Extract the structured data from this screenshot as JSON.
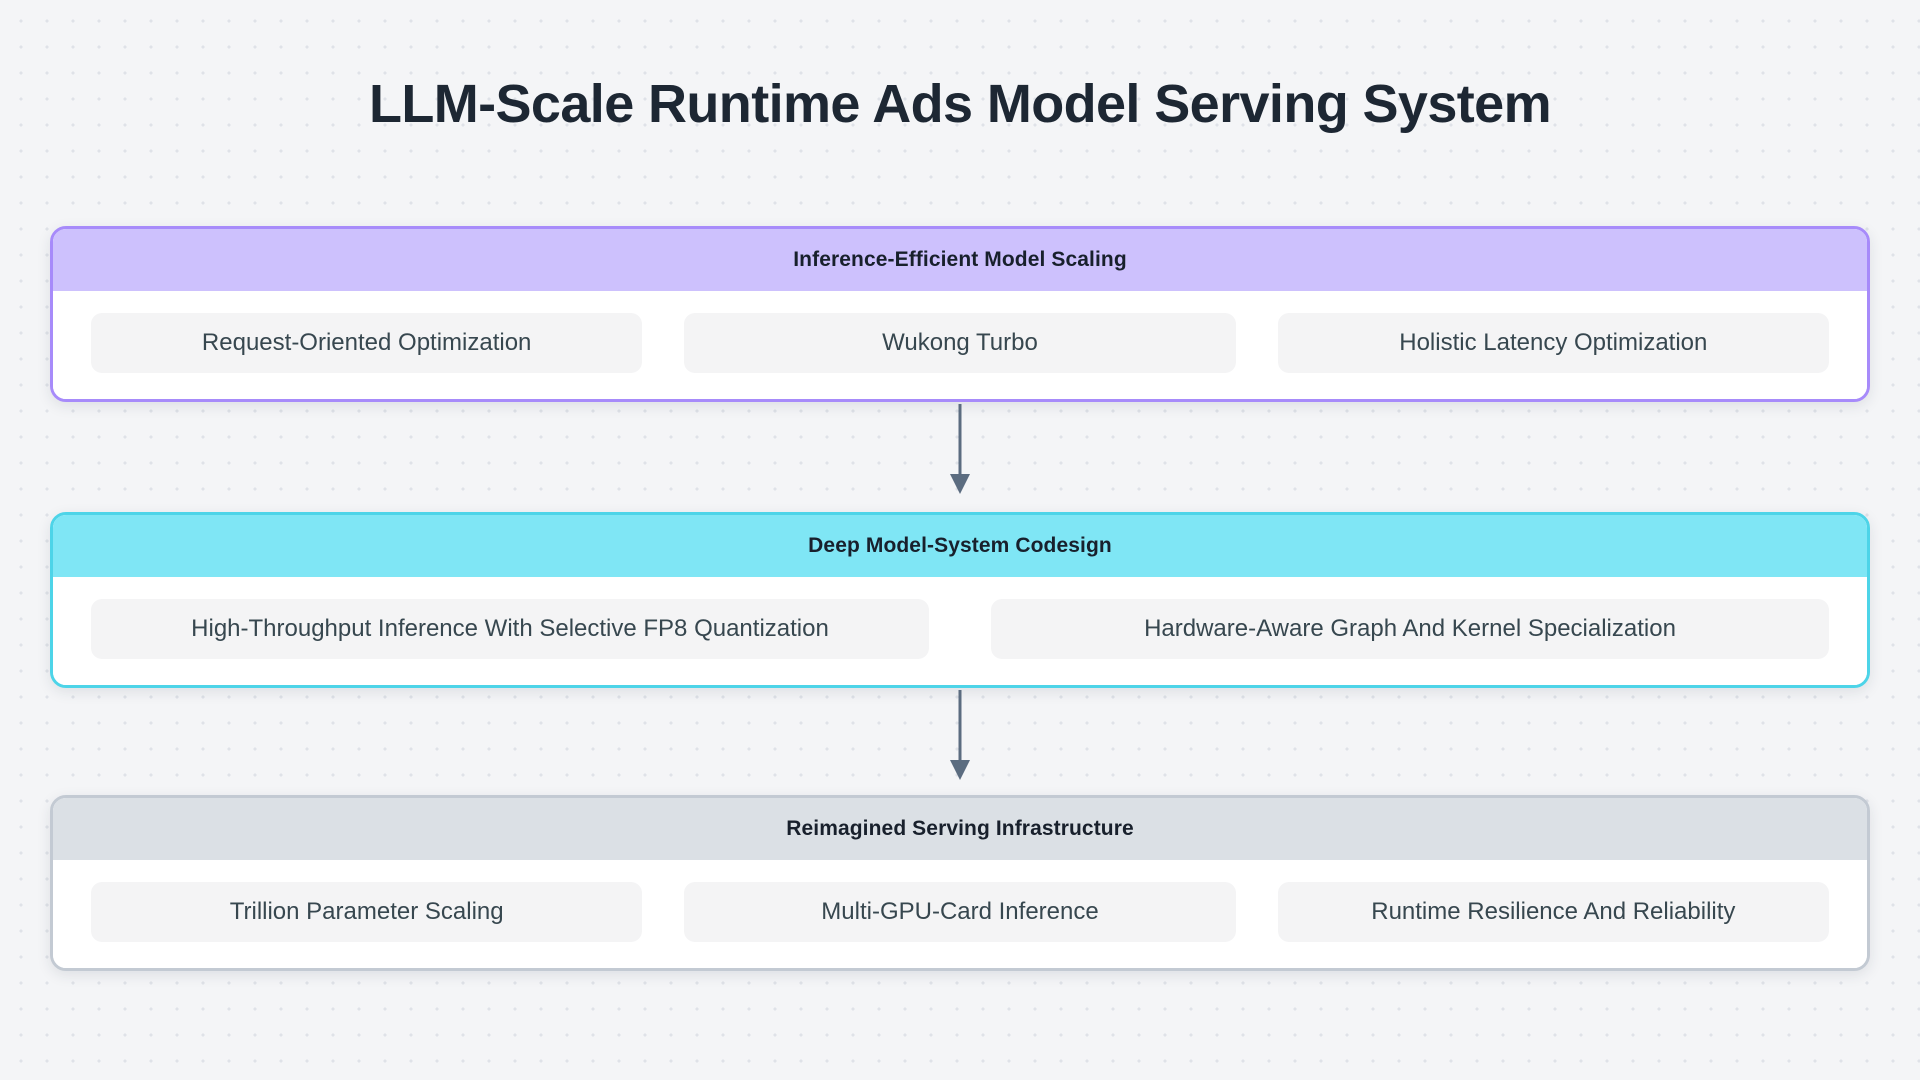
{
  "title": "LLM-Scale Runtime Ads Model Serving System",
  "diagram": {
    "type": "flowchart",
    "orientation": "top-to-bottom",
    "sections": [
      {
        "header": "Inference-Efficient Model Scaling",
        "header_color": "#cdc1fd",
        "border_color": "#a78bfa",
        "items": [
          "Request-Oriented Optimization",
          "Wukong Turbo",
          "Holistic Latency Optimization"
        ]
      },
      {
        "header": "Deep Model-System Codesign",
        "header_color": "#7fe6f5",
        "border_color": "#4dd4e8",
        "items": [
          "High-Throughput Inference With Selective FP8 Quantization",
          "Hardware-Aware Graph And Kernel Specialization"
        ]
      },
      {
        "header": "Reimagined Serving Infrastructure",
        "header_color": "#dbe0e5",
        "border_color": "#c3cad3",
        "items": [
          "Trillion Parameter Scaling",
          "Multi-GPU-Card Inference",
          "Runtime Resilience And Reliability"
        ]
      }
    ],
    "connectors": [
      {
        "from": "Inference-Efficient Model Scaling",
        "to": "Deep Model-System Codesign",
        "style": "arrow-down"
      },
      {
        "from": "Deep Model-System Codesign",
        "to": "Reimagined Serving Infrastructure",
        "style": "arrow-down"
      }
    ],
    "connector_color": "#5b6c80",
    "background_color": "#f4f5f7",
    "title_color": "#1d2733"
  }
}
